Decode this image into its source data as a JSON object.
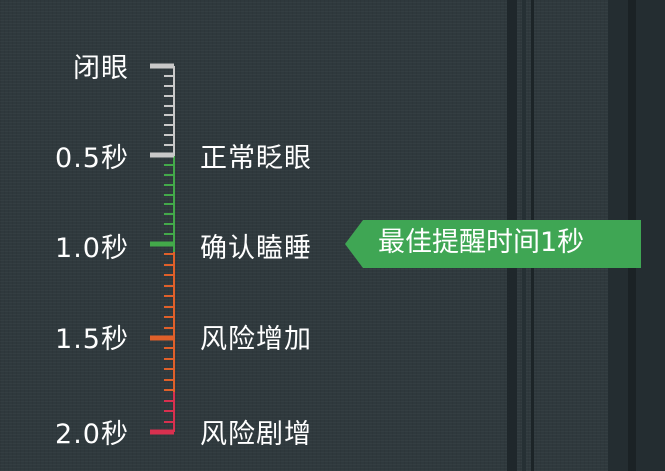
{
  "scale": {
    "levels": [
      {
        "time": "闭眼",
        "state": "",
        "color": "#c9c9c9"
      },
      {
        "time": "0.5秒",
        "state": "正常眨眼",
        "color": "#c9c9c9"
      },
      {
        "time": "1.0秒",
        "state": "确认瞌睡",
        "color": "#43a94a"
      },
      {
        "time": "1.5秒",
        "state": "风险增加",
        "color": "#e0602a"
      },
      {
        "time": "2.0秒",
        "state": "风险剧增",
        "color": "#d8304f"
      }
    ]
  },
  "callout": {
    "text": "最佳提醒时间1秒",
    "color": "#3fa654"
  }
}
